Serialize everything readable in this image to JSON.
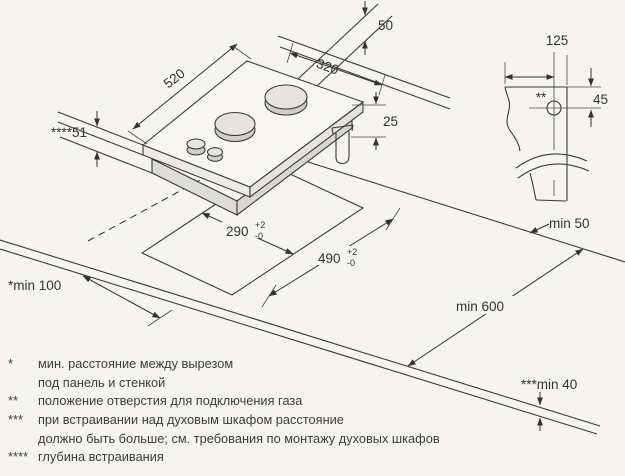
{
  "diagram": {
    "title": "gas-hob-installation-drawing",
    "labels": {
      "wall_gap": "50",
      "hob_width": "520",
      "hob_depth": "320",
      "pipe_drop": "25",
      "embed_depth": "****51",
      "hole_offset": "125",
      "hole_marker": "**",
      "hole_drop": "45",
      "cutout_depth": "290",
      "cutout_width": "490",
      "tol_plus": "+2",
      "tol_minus": "-0",
      "side_gap": "min 50",
      "left_wall_gap": "*min 100",
      "below_clearance": "min 600",
      "shelf_gap": "***min 40"
    },
    "footnote_rows": [
      {
        "marker": "*",
        "text": "мин. расстояние между вырезом"
      },
      {
        "marker": "",
        "text": "под панель и стенкой"
      },
      {
        "marker": "**",
        "text": "положение отверстия для подключения газа"
      },
      {
        "marker": "***",
        "text": "при встраивании над духовым шкафом расстояние"
      },
      {
        "marker": "",
        "text": "должно быть больше; см. требования по монтажу духовых шкафов"
      },
      {
        "marker": "****",
        "text": "глубина встраивания"
      }
    ]
  }
}
